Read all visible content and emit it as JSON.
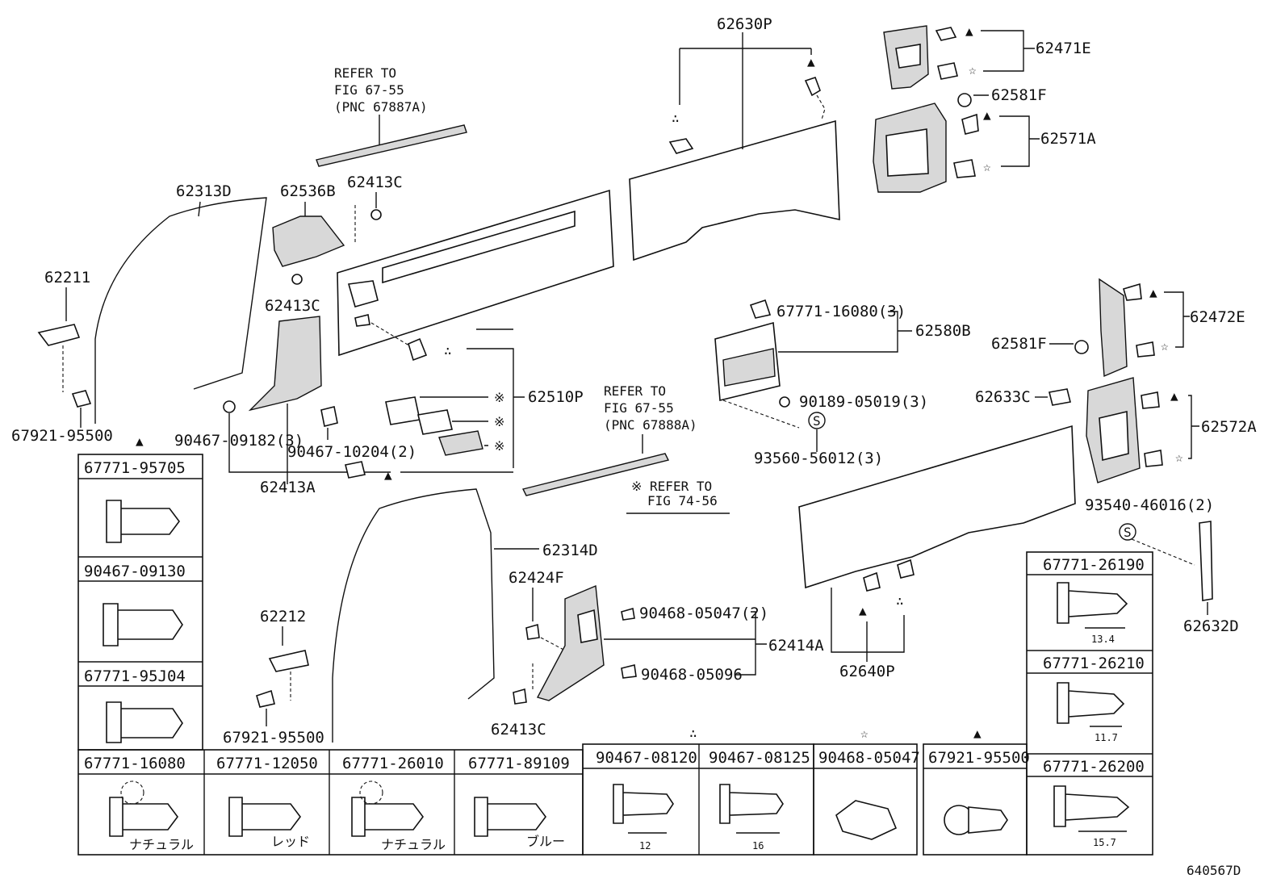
{
  "diagram_id": "640567D",
  "part_numbers": {
    "p62630P": "62630P",
    "p62471E": "62471E",
    "p62581F_top": "62581F",
    "p62571A": "62571A",
    "p62313D": "62313D",
    "p62536B": "62536B",
    "p62413C_top": "62413C",
    "p62413C_mid": "62413C",
    "p62211": "62211",
    "p62510P": "62510P",
    "p67921_95500_a": "67921-95500",
    "p90467_09182": "90467-09182(3)",
    "p90467_10204": "90467-10204(2)",
    "p62413A": "62413A",
    "p67771_16080_3": "67771-16080(3)",
    "p62580B": "62580B",
    "p90189_05019": "90189-05019(3)",
    "p93560_56012": "93560-56012(3)",
    "p62472E": "62472E",
    "p62581F_right": "62581F",
    "p62633C": "62633C",
    "p62572A": "62572A",
    "p93540_46016": "93540-46016(2)",
    "p62632D": "62632D",
    "p62314D": "62314D",
    "p62424F": "62424F",
    "p62212": "62212",
    "p67921_95500_b": "67921-95500",
    "p90468_05047_2": "90468-05047(2)",
    "p62414A": "62414A",
    "p90468_05096": "90468-05096",
    "p62640P": "62640P",
    "p62413C_bot": "62413C"
  },
  "notes": {
    "refer1_line1": "REFER TO",
    "refer1_line2": "FIG 67-55",
    "refer1_line3": "(PNC 67887A)",
    "refer2_line1": "REFER TO",
    "refer2_line2": "FIG 67-55",
    "refer2_line3": "(PNC 67888A)",
    "refer3_line1": "※ REFER TO",
    "refer3_line2": "FIG 74-56"
  },
  "symbols": {
    "triangle": "▲",
    "star": "☆",
    "dots": "∴",
    "s_mark": "S",
    "kome": "※"
  },
  "clip_table_left": [
    {
      "label": "67771-95705"
    },
    {
      "label": "90467-09130"
    },
    {
      "label": "67771-95J04"
    }
  ],
  "clip_table_bottom": [
    {
      "label": "67771-16080",
      "note": "ナチュラル"
    },
    {
      "label": "67771-12050",
      "note": "レッド"
    },
    {
      "label": "67771-26010",
      "note": "ナチュラル"
    },
    {
      "label": "67771-89109",
      "note": "ブルー"
    },
    {
      "label": "90467-08120",
      "dim": "12"
    },
    {
      "label": "90467-08125",
      "dim": "16"
    },
    {
      "label": "90468-05047"
    },
    {
      "label": "67921-95500"
    }
  ],
  "clip_table_right": [
    {
      "label": "67771-26190",
      "dim": "13.4"
    },
    {
      "label": "67771-26210",
      "dim": "11.7"
    },
    {
      "label": "67771-26200",
      "dim": "15.7"
    }
  ]
}
